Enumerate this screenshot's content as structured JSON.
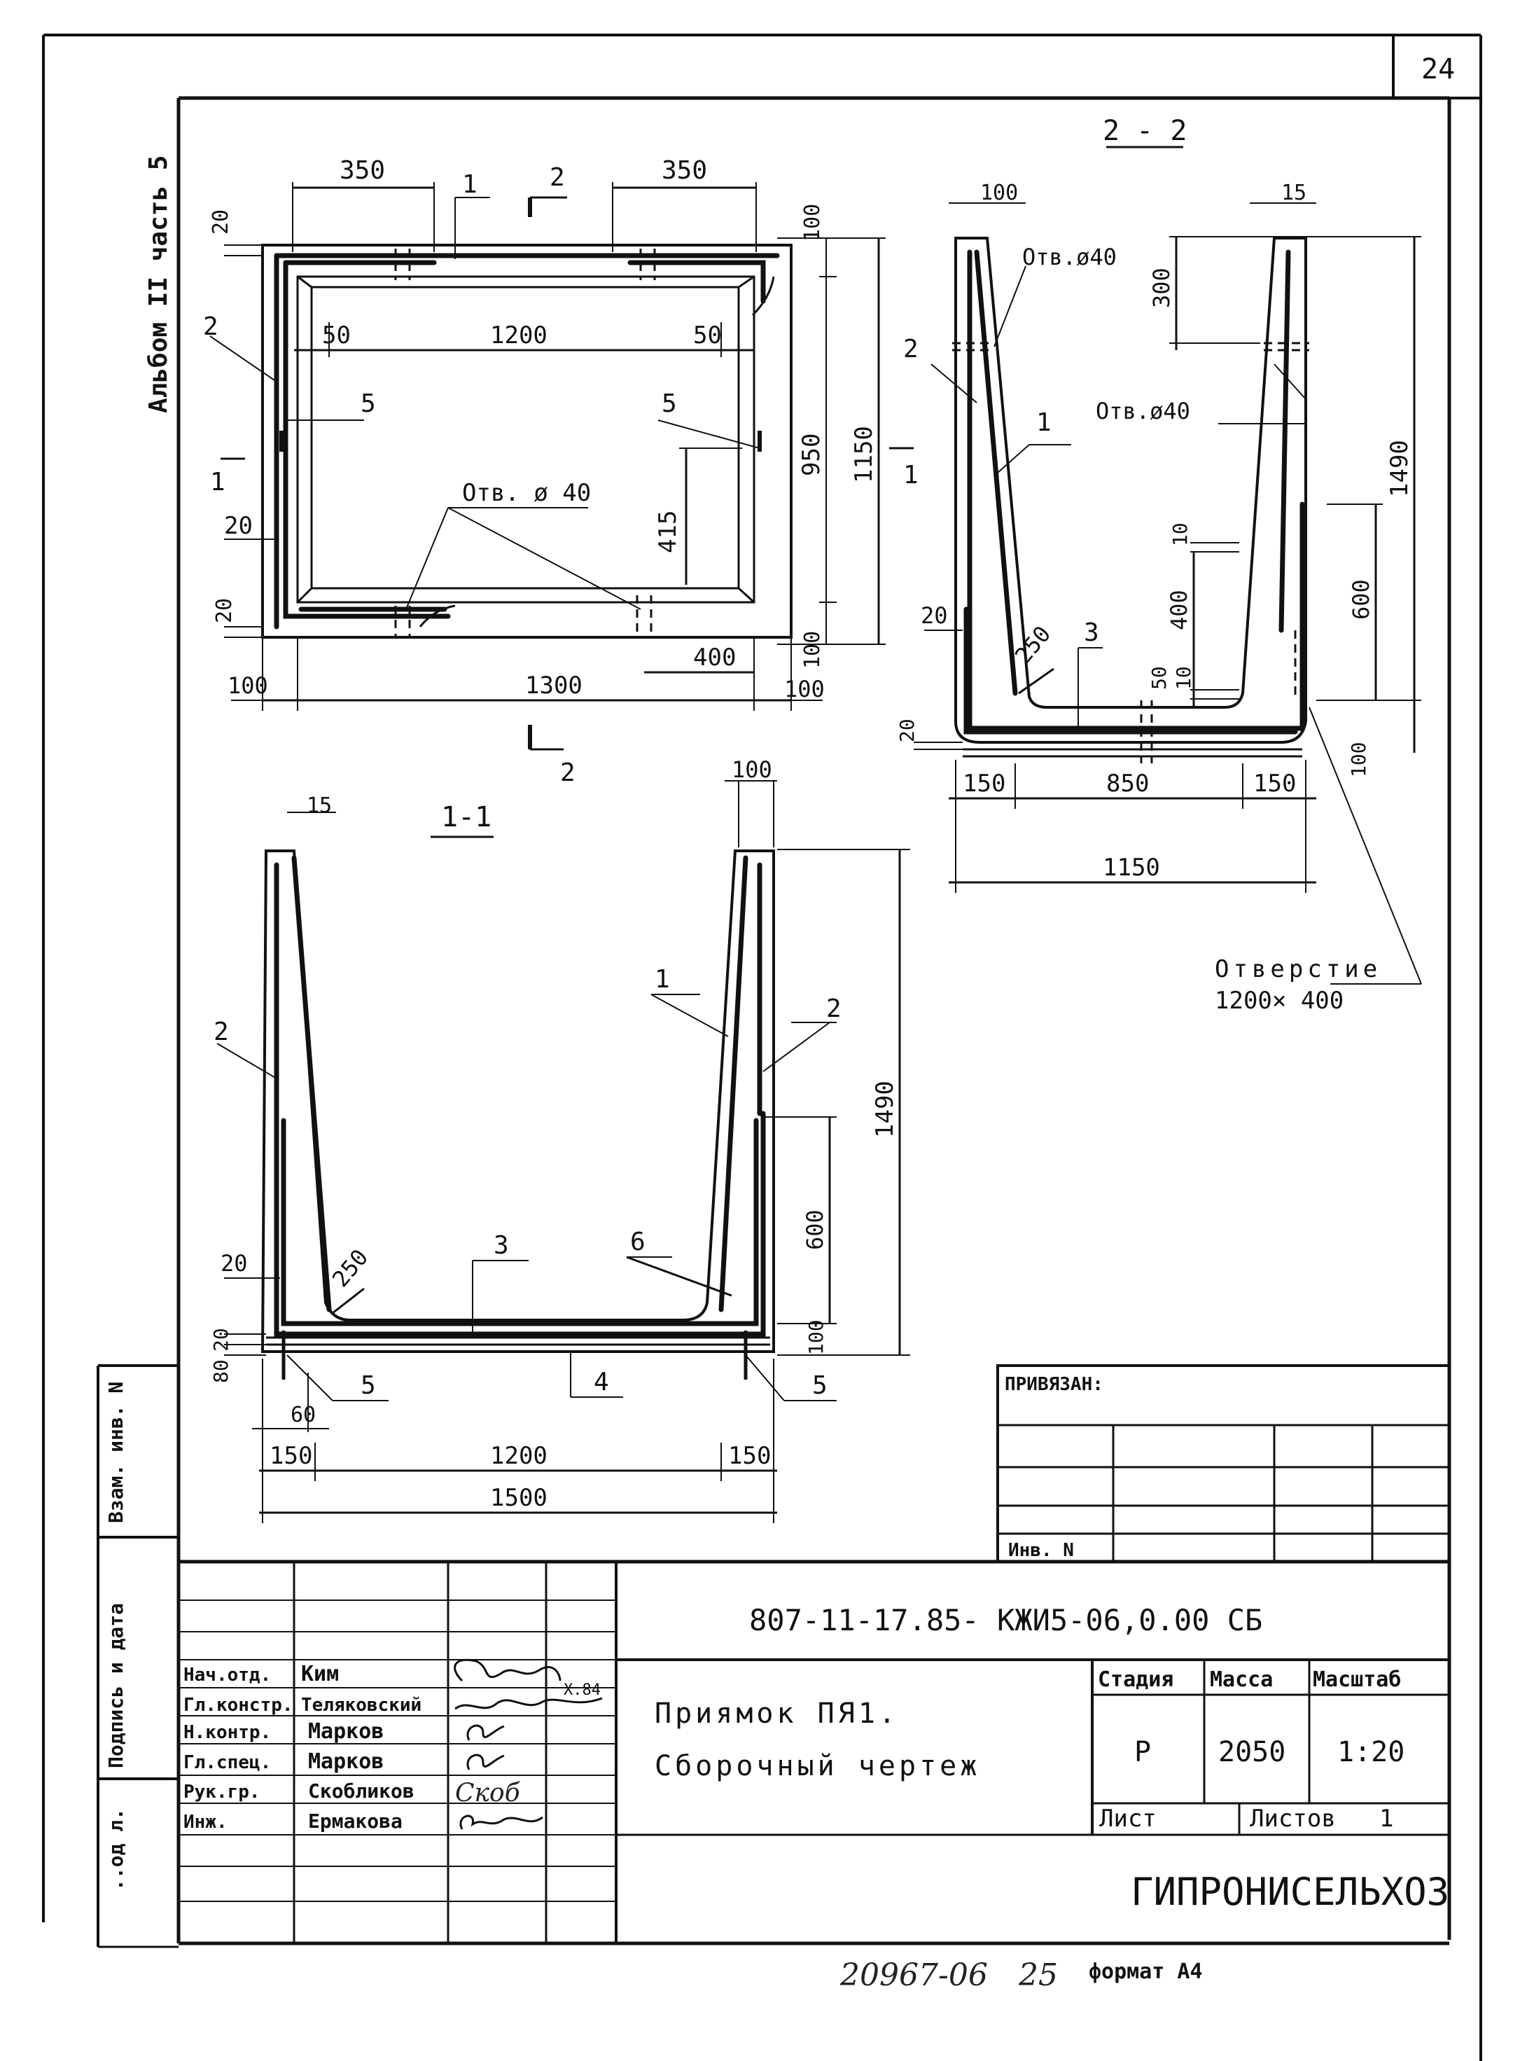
{
  "sheet_number": "24",
  "side_note": "Альбом II часть 5",
  "plan": {
    "top_left_dim": "350",
    "top_right_dim": "350",
    "section_mark_label": "2",
    "section_mark_bottom_label": "2",
    "left_section_mark": "1",
    "right_section_mark": "1",
    "dim_50_left": "50",
    "dim_1200": "1200",
    "dim_50_right": "50",
    "dim_20_top": "20",
    "dim_20_mid": "20",
    "dim_20_bottom": "20",
    "dim_415": "415",
    "dim_950": "950",
    "dim_1150": "1150",
    "dim_100_top": "100",
    "dim_100_bottom": "100",
    "dim_400": "400",
    "dim_100_left": "100",
    "dim_1300": "1300",
    "dim_100_right": "100",
    "hole_label": "Отв. ø 40",
    "pos_1": "1",
    "pos_2": "2",
    "pos_5_left": "5",
    "pos_5_right": "5"
  },
  "section_2": {
    "title": "2 - 2",
    "dim_100": "100",
    "dim_15": "15",
    "hole_top_left": "Отв.ø40",
    "hole_right": "Отв.ø40",
    "dim_300": "300",
    "dim_1490": "1490",
    "pos_2": "2",
    "pos_1": "1",
    "pos_3": "3",
    "dim_10_top": "10",
    "dim_400": "400",
    "dim_10_bottom": "10",
    "dim_50": "50",
    "dim_600": "600",
    "dim_20": "20",
    "radius": "250",
    "dim_20_low": "20",
    "dim_100_low": "100",
    "dim_150_left": "150",
    "dim_850": "850",
    "dim_150_right": "150",
    "dim_1150": "1150",
    "opening_label": "Отверстие",
    "opening_size": "1200× 400"
  },
  "section_1": {
    "title": "1-1",
    "dim_15": "15",
    "dim_100": "100",
    "pos_1": "1",
    "pos_2_left": "2",
    "pos_2_right": "2",
    "dim_1490": "1490",
    "dim_600": "600",
    "pos_3": "3",
    "pos_6": "6",
    "radius": "250",
    "dim_20": "20",
    "dim_80": "80",
    "dim_20_b": "20",
    "pos_5_left": "5",
    "pos_4": "4",
    "pos_5_right": "5",
    "dim_60": "60",
    "dim_150_left": "150",
    "dim_1200": "1200",
    "dim_150_right": "150",
    "dim_1500": "1500"
  },
  "left_strip": {
    "vzam": "Взам. инв. N",
    "podpis": "Подпись и дата",
    "podl": "..од л."
  },
  "binding_table": {
    "header": "ПРИВЯЗАН:",
    "inv": "Инв. N"
  },
  "title_block": {
    "code": "807-11-17.85- КЖИ5-06,0.00 СБ",
    "title_line1": "Приямок ПЯ1.",
    "title_line2": "Сборочный чертеж",
    "stage_header": "Стадия",
    "mass_header": "Масса",
    "scale_header": "Масштаб",
    "stage_value": "Р",
    "mass_value": "2050",
    "scale_value": "1:20",
    "sheet_label": "Лист",
    "sheets_label": "Листов",
    "sheets_value": "1",
    "organization": "ГИПРОНИСЕЛЬХОЗ",
    "roles": [
      {
        "role": "Нач.отд.",
        "name": "Ким",
        "date": ""
      },
      {
        "role": "Гл.констр.",
        "name": "Теляковский",
        "date": "X.84"
      },
      {
        "role": "Н.контр.",
        "name": "Марков",
        "date": ""
      },
      {
        "role": "Гл.спец.",
        "name": "Марков",
        "date": ""
      },
      {
        "role": "Рук.гр.",
        "name": "Скобликов",
        "date": ""
      },
      {
        "role": "Инж.",
        "name": "Ермакова",
        "date": ""
      }
    ],
    "signature_sample": "Скоб"
  },
  "footer": {
    "archive_number": "20967-06",
    "page": "25",
    "format": "формат А4"
  }
}
